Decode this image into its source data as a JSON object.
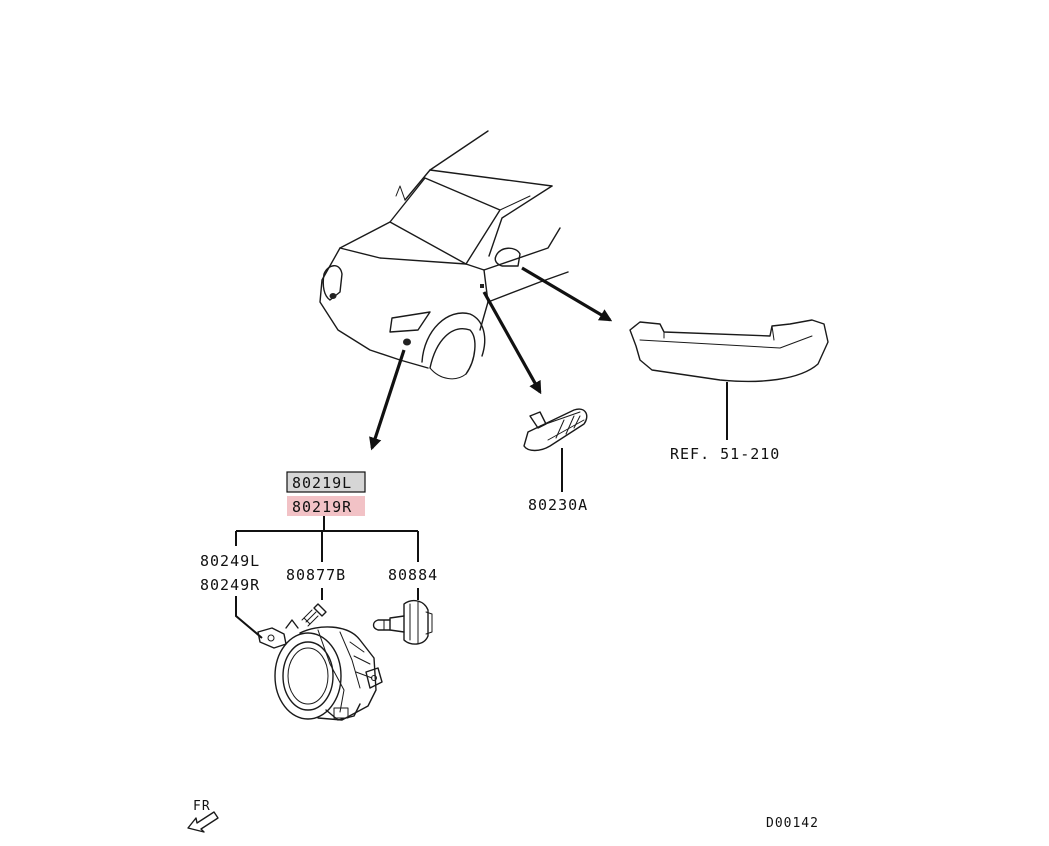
{
  "diagram": {
    "colors": {
      "highlight_fill": "#f2c2c6",
      "highlight_boxed_fill": "#d6d6d6",
      "line": "#111111"
    },
    "labels": {
      "fog_lamp_left": "80219L",
      "fog_lamp_right": "80219R",
      "side_lamp": "80230A",
      "mirror_ref": "REF. 51-210",
      "bracket_left": "80249L",
      "bracket_right": "80249R",
      "screw": "80877B",
      "bulb": "80884",
      "front_indicator": "FR",
      "diagram_id": "D00142"
    },
    "icons": {
      "front_direction": "front-arrow-icon"
    }
  }
}
